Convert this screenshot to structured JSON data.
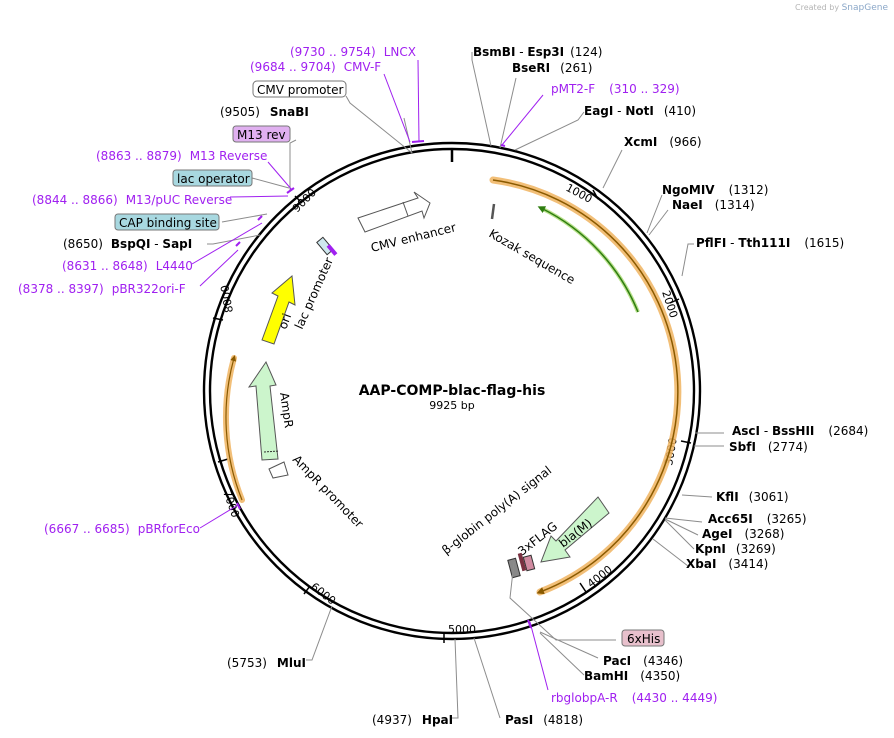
{
  "credit": {
    "created_by": "Created by",
    "app": "SnapGene"
  },
  "plasmid": {
    "name": "AAP-COMP-blac-flag-his",
    "length": "9925 bp"
  },
  "ticks": [
    "1000",
    "2000",
    "3000",
    "4000",
    "5000",
    "6000",
    "7000",
    "8000",
    "9000"
  ],
  "enzymes": [
    {
      "name": "BsmBI",
      "name2": "Esp3I",
      "pos": "(124)"
    },
    {
      "name": "BseRI",
      "pos": "(261)"
    },
    {
      "name": "EagI",
      "name2": "NotI",
      "pos": "(410)"
    },
    {
      "name": "XcmI",
      "pos": "(966)"
    },
    {
      "name": "NgoMIV",
      "pos": "(1312)"
    },
    {
      "name": "NaeI",
      "pos": "(1314)"
    },
    {
      "name": "PflFI",
      "name2": "Tth111I",
      "pos": "(1615)"
    },
    {
      "name": "AscI",
      "name2": "BssHII",
      "pos": "(2684)"
    },
    {
      "name": "SbfI",
      "pos": "(2774)"
    },
    {
      "name": "KflI",
      "pos": "(3061)"
    },
    {
      "name": "Acc65I",
      "pos": "(3265)"
    },
    {
      "name": "AgeI",
      "pos": "(3268)"
    },
    {
      "name": "KpnI",
      "pos": "(3269)"
    },
    {
      "name": "XbaI",
      "pos": "(3414)"
    },
    {
      "name": "PacI",
      "pos": "(4346)"
    },
    {
      "name": "BamHI",
      "pos": "(4350)"
    },
    {
      "name": "PasI",
      "pos": "(4818)"
    },
    {
      "name": "HpaI",
      "pos": "(4937)"
    },
    {
      "name": "MluI",
      "pos": "(5753)"
    },
    {
      "name": "BspQI",
      "name2": "SapI",
      "pos": "(8650)"
    },
    {
      "name": "SnaBI",
      "pos": "(9505)"
    }
  ],
  "primers": [
    {
      "range": "(9730 .. 9754)",
      "name": "LNCX"
    },
    {
      "range": "(9684 .. 9704)",
      "name": "CMV-F"
    },
    {
      "range": "(310 .. 329)",
      "name": "pMT2-F"
    },
    {
      "range": "(8863 .. 8879)",
      "name": "M13 Reverse"
    },
    {
      "range": "(8844 .. 8866)",
      "name": "M13/pUC Reverse"
    },
    {
      "range": "(8631 .. 8648)",
      "name": "L4440"
    },
    {
      "range": "(8378 .. 8397)",
      "name": "pBR322ori-F"
    },
    {
      "range": "(6667 .. 6685)",
      "name": "pBRforEco"
    },
    {
      "range": "(4430 .. 4449)",
      "name": "rbglobpA-R"
    }
  ],
  "boxed_features": [
    "CMV promoter",
    "M13 rev",
    "lac operator",
    "CAP binding site",
    "6xHis"
  ],
  "features": [
    "CMV enhancer",
    "Kozak sequence",
    "lac promoter",
    "ori",
    "AmpR",
    "AmpR promoter",
    "β-globin poly(A) signal",
    "3xFLAG",
    "bla(M)"
  ],
  "colors": {
    "primer": "#a020f0",
    "orf_orange": "#f0b460",
    "green_arrow": "#4aa31a",
    "ori_yellow": "#ffff00",
    "ampr_green": "#ccf5cc",
    "m13_rev_fill": "#e0b0f0",
    "lac_op_fill": "#a8d8e0",
    "his_fill": "#e8c0cc"
  }
}
